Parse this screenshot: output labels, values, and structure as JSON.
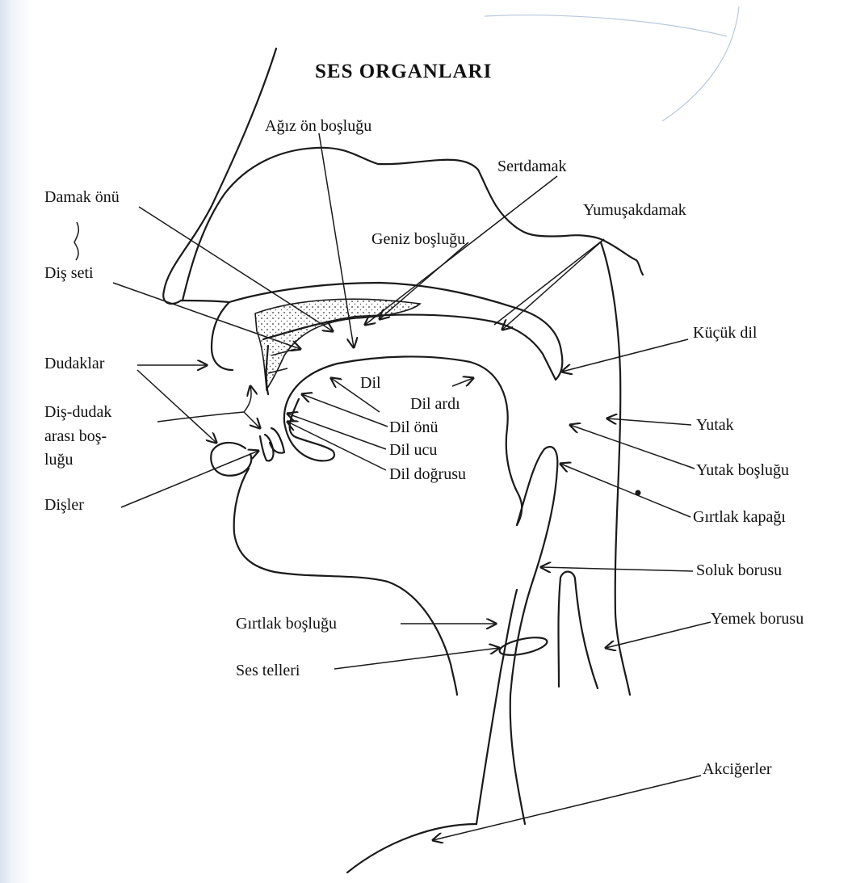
{
  "title": "SES ORGANLARI",
  "labels": {
    "agiz_on_boslugu": "Ağız ön boşluğu",
    "sertdamak": "Sertdamak",
    "damak_onu": "Damak önü",
    "geniz_boslugu": "Geniz boşluğu",
    "yumusakdamak": "Yumuşakdamak",
    "dis_seti": "Diş seti",
    "kucuk_dil": "Küçük dil",
    "dudaklar": "Dudaklar",
    "dil": "Dil",
    "dil_ardi": "Dil ardı",
    "dis_dudak_1": "Diş-dudak",
    "dis_dudak_2": "arası boş-",
    "dis_dudak_3": "luğu",
    "dil_onu": "Dil önü",
    "yutak": "Yutak",
    "dil_ucu": "Dil ucu",
    "yutak_boslugu": "Yutak boşluğu",
    "dil_dogrusu": "Dil doğrusu",
    "disler": "Dişler",
    "girtlak_kapagi": "Gırtlak kapağı",
    "soluk_borusu": "Soluk borusu",
    "girtlak_boslugu": "Gırtlak boşluğu",
    "yemek_borusu": "Yemek borusu",
    "ses_telleri": "Ses telleri",
    "akcigerler": "Akciğerler"
  }
}
